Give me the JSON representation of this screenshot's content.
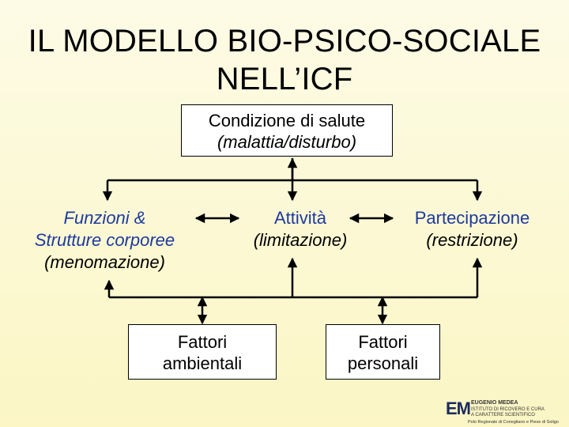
{
  "title": {
    "line1": "IL MODELLO BIO-PSICO-SOCIALE",
    "line2": "NELL’ICF"
  },
  "health_condition": {
    "label": "Condizione di salute",
    "sub": "(malattia/disturbo)"
  },
  "body_functions": {
    "line1": "Funzioni &",
    "line2": "Strutture corporee",
    "sub": "(menomazione)"
  },
  "activity": {
    "label": "Attività",
    "sub": "(limitazione)"
  },
  "participation": {
    "label": "Partecipazione",
    "sub": "(restrizione)"
  },
  "environmental": {
    "line1": "Fattori",
    "line2": "ambientali"
  },
  "personal": {
    "line1": "Fattori",
    "line2": "personali"
  },
  "logo": {
    "mark": "EM",
    "line1": "EUGENIO MEDEA",
    "line2": "ISTITUTO DI RICOVERO E CURA",
    "line3": "A CARATTERE SCIENTIFICO",
    "line4": "Polo Regionale di Conegliano e Pieve di Soligo"
  },
  "colors": {
    "accent_text": "#1d3a9e",
    "background": "#fbf6c4"
  }
}
